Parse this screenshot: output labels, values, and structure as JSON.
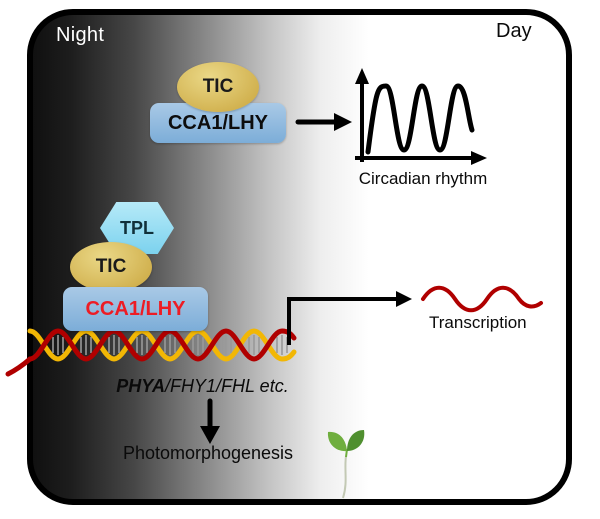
{
  "frame": {
    "night_label": "Night",
    "day_label": "Day"
  },
  "top_complex": {
    "tic_label": "TIC",
    "cca1_label": "CCA1/LHY"
  },
  "rhythm_graph": {
    "caption": "Circadian rhythm"
  },
  "repression_complex": {
    "tpl_label": "TPL",
    "tic_label": "TIC",
    "cca1_label": "CCA1/LHY"
  },
  "transcription": {
    "label": "Transcription"
  },
  "gene_label": {
    "emphasis": "PHYA",
    "rest": "/FHY1/FHL etc."
  },
  "outcome": {
    "label": "Photomorphogenesis"
  },
  "icons": {
    "rhythm_wave": "sine-wave-icon",
    "dna": "dna-helix-icon",
    "rna": "wavy-line-icon",
    "seedling": "seedling-icon"
  },
  "colors": {
    "gold_light": "#ead887",
    "gold_dark": "#c9a43c",
    "blue_light": "#a9c9e6",
    "blue_dark": "#7cadd8",
    "tpl_light": "#b6eaf8",
    "tpl_dark": "#7cd2ee",
    "dna_red": "#b00000",
    "dna_gold": "#f2b705",
    "rung_gray": "#999999",
    "red_text": "#ed1c24",
    "leaf_green": "#6fae3e",
    "leaf_green_dark": "#4f8f2f",
    "root_gray": "#c3c9b4"
  }
}
